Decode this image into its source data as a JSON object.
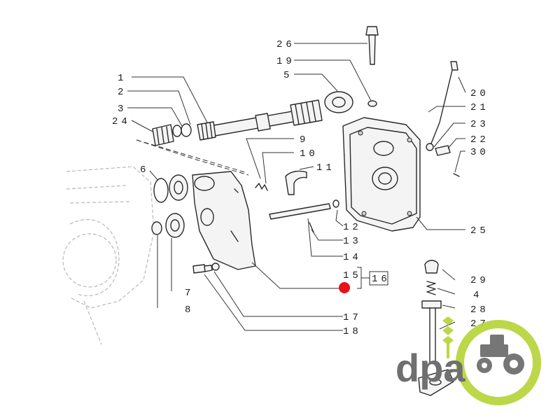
{
  "diagram": {
    "callouts": [
      {
        "id": "c1",
        "text": "1"
      },
      {
        "id": "c2",
        "text": "2"
      },
      {
        "id": "c3",
        "text": "3"
      },
      {
        "id": "c24",
        "text": "24"
      },
      {
        "id": "c26",
        "text": "26"
      },
      {
        "id": "c19",
        "text": "19"
      },
      {
        "id": "c5",
        "text": "5"
      },
      {
        "id": "c20",
        "text": "20"
      },
      {
        "id": "c21",
        "text": "21"
      },
      {
        "id": "c23",
        "text": "23"
      },
      {
        "id": "c22",
        "text": "22"
      },
      {
        "id": "c30",
        "text": "30"
      },
      {
        "id": "c9",
        "text": "9"
      },
      {
        "id": "c10",
        "text": "10"
      },
      {
        "id": "c11",
        "text": "11"
      },
      {
        "id": "c6",
        "text": "6"
      },
      {
        "id": "c12",
        "text": "12"
      },
      {
        "id": "c13",
        "text": "13"
      },
      {
        "id": "c14",
        "text": "14"
      },
      {
        "id": "c25",
        "text": "25"
      },
      {
        "id": "c15",
        "text": "15"
      },
      {
        "id": "c16",
        "text": "16"
      },
      {
        "id": "c29",
        "text": "29"
      },
      {
        "id": "c4",
        "text": "4"
      },
      {
        "id": "c7",
        "text": "7"
      },
      {
        "id": "c8",
        "text": "8"
      },
      {
        "id": "c28",
        "text": "28"
      },
      {
        "id": "c27",
        "text": "27"
      },
      {
        "id": "c17",
        "text": "17"
      },
      {
        "id": "c18",
        "text": "18"
      }
    ],
    "marker_color": "#e8101a"
  },
  "logo": {
    "text": "dpa",
    "text_color": "#6f6f6f",
    "ring_color": "#b5d334",
    "icon": "tractor-icon"
  }
}
